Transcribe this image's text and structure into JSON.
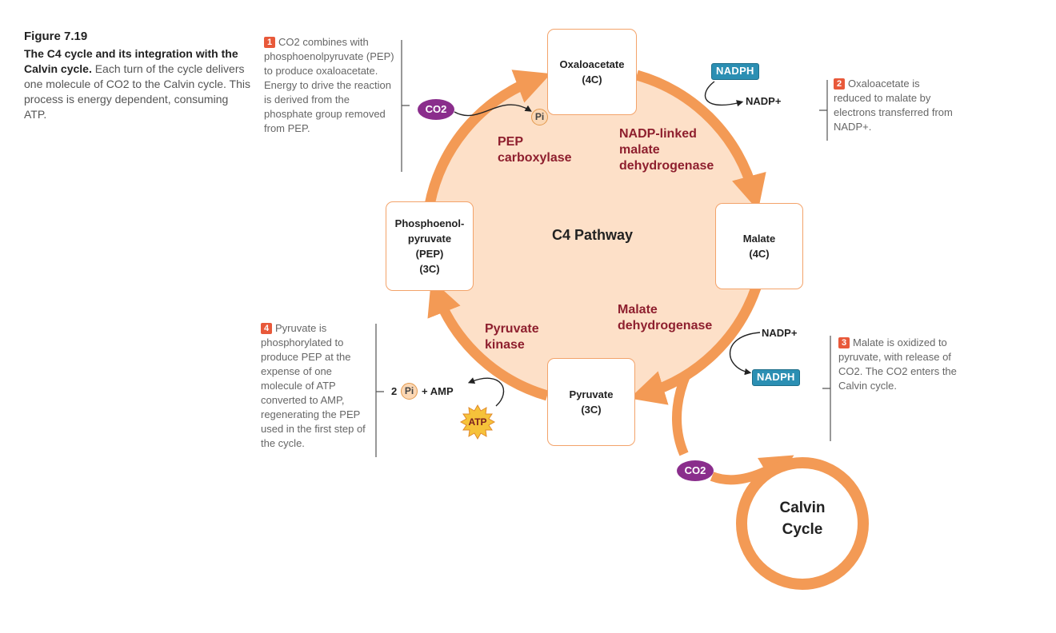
{
  "caption": {
    "figure_label": "Figure 7.19",
    "title": "The C4 cycle and its integration with the Calvin cycle.",
    "body": "Each turn of the cycle delivers one molecule of CO2 to the Calvin cycle. This process is energy dependent, consuming ATP."
  },
  "notes": {
    "step1": {
      "num": "1",
      "text": "CO2 combines with phosphoenolpyruvate (PEP) to produce oxaloacetate. Energy to drive the reaction is derived from the phosphate group removed from PEP."
    },
    "step2": {
      "num": "2",
      "text": "Oxaloacetate is reduced to malate by electrons transferred from NADP+."
    },
    "step3": {
      "num": "3",
      "text": "Malate is oxidized to pyruvate, with release of CO2. The CO2 enters the Calvin cycle."
    },
    "step4": {
      "num": "4",
      "text": "Pyruvate is phosphorylated to produce PEP at the expense of one molecule of ATP converted to AMP, regenerating the PEP used in the first step of the cycle."
    }
  },
  "nodes": {
    "oxaloacetate": {
      "name": "Oxaloacetate",
      "carbons": "(4C)"
    },
    "malate": {
      "name": "Malate",
      "carbons": "(4C)"
    },
    "pyruvate": {
      "name": "Pyruvate",
      "carbons": "(3C)"
    },
    "pep": {
      "line1": "Phosphoenol-",
      "line2": "pyruvate",
      "line3": "(PEP)",
      "carbons": "(3C)"
    }
  },
  "enzymes": {
    "pep_carboxylase": {
      "line1": "PEP",
      "line2": "carboxylase"
    },
    "nadp_malate_dh": {
      "line1": "NADP-linked",
      "line2": "malate",
      "line3": "dehydrogenase"
    },
    "malate_dh": {
      "line1": "Malate",
      "line2": "dehydrogenase"
    },
    "pyruvate_kinase": {
      "line1": "Pyruvate",
      "line2": "kinase"
    }
  },
  "center_title": "C4 Pathway",
  "cofactors": {
    "nadph_top": "NADPH",
    "nadp_top": "NADP+",
    "nadp_bottom": "NADP+",
    "nadph_bottom": "NADPH",
    "co2_top": "CO2",
    "co2_bottom": "CO2",
    "pi_top": "Pi",
    "pi_left_count": "2",
    "pi_left": "Pi",
    "amp": "+ AMP",
    "atp": "ATP"
  },
  "calvin_cycle": {
    "line1": "Calvin",
    "line2": "Cycle"
  },
  "colors": {
    "cycle_fill": "#fde0c8",
    "cycle_ring": "#f39a55",
    "enzyme_text": "#8e1f2e",
    "nadph_badge": "#2b8fb3",
    "co2_badge": "#8a2d8c",
    "step_number": "#e8593a"
  }
}
